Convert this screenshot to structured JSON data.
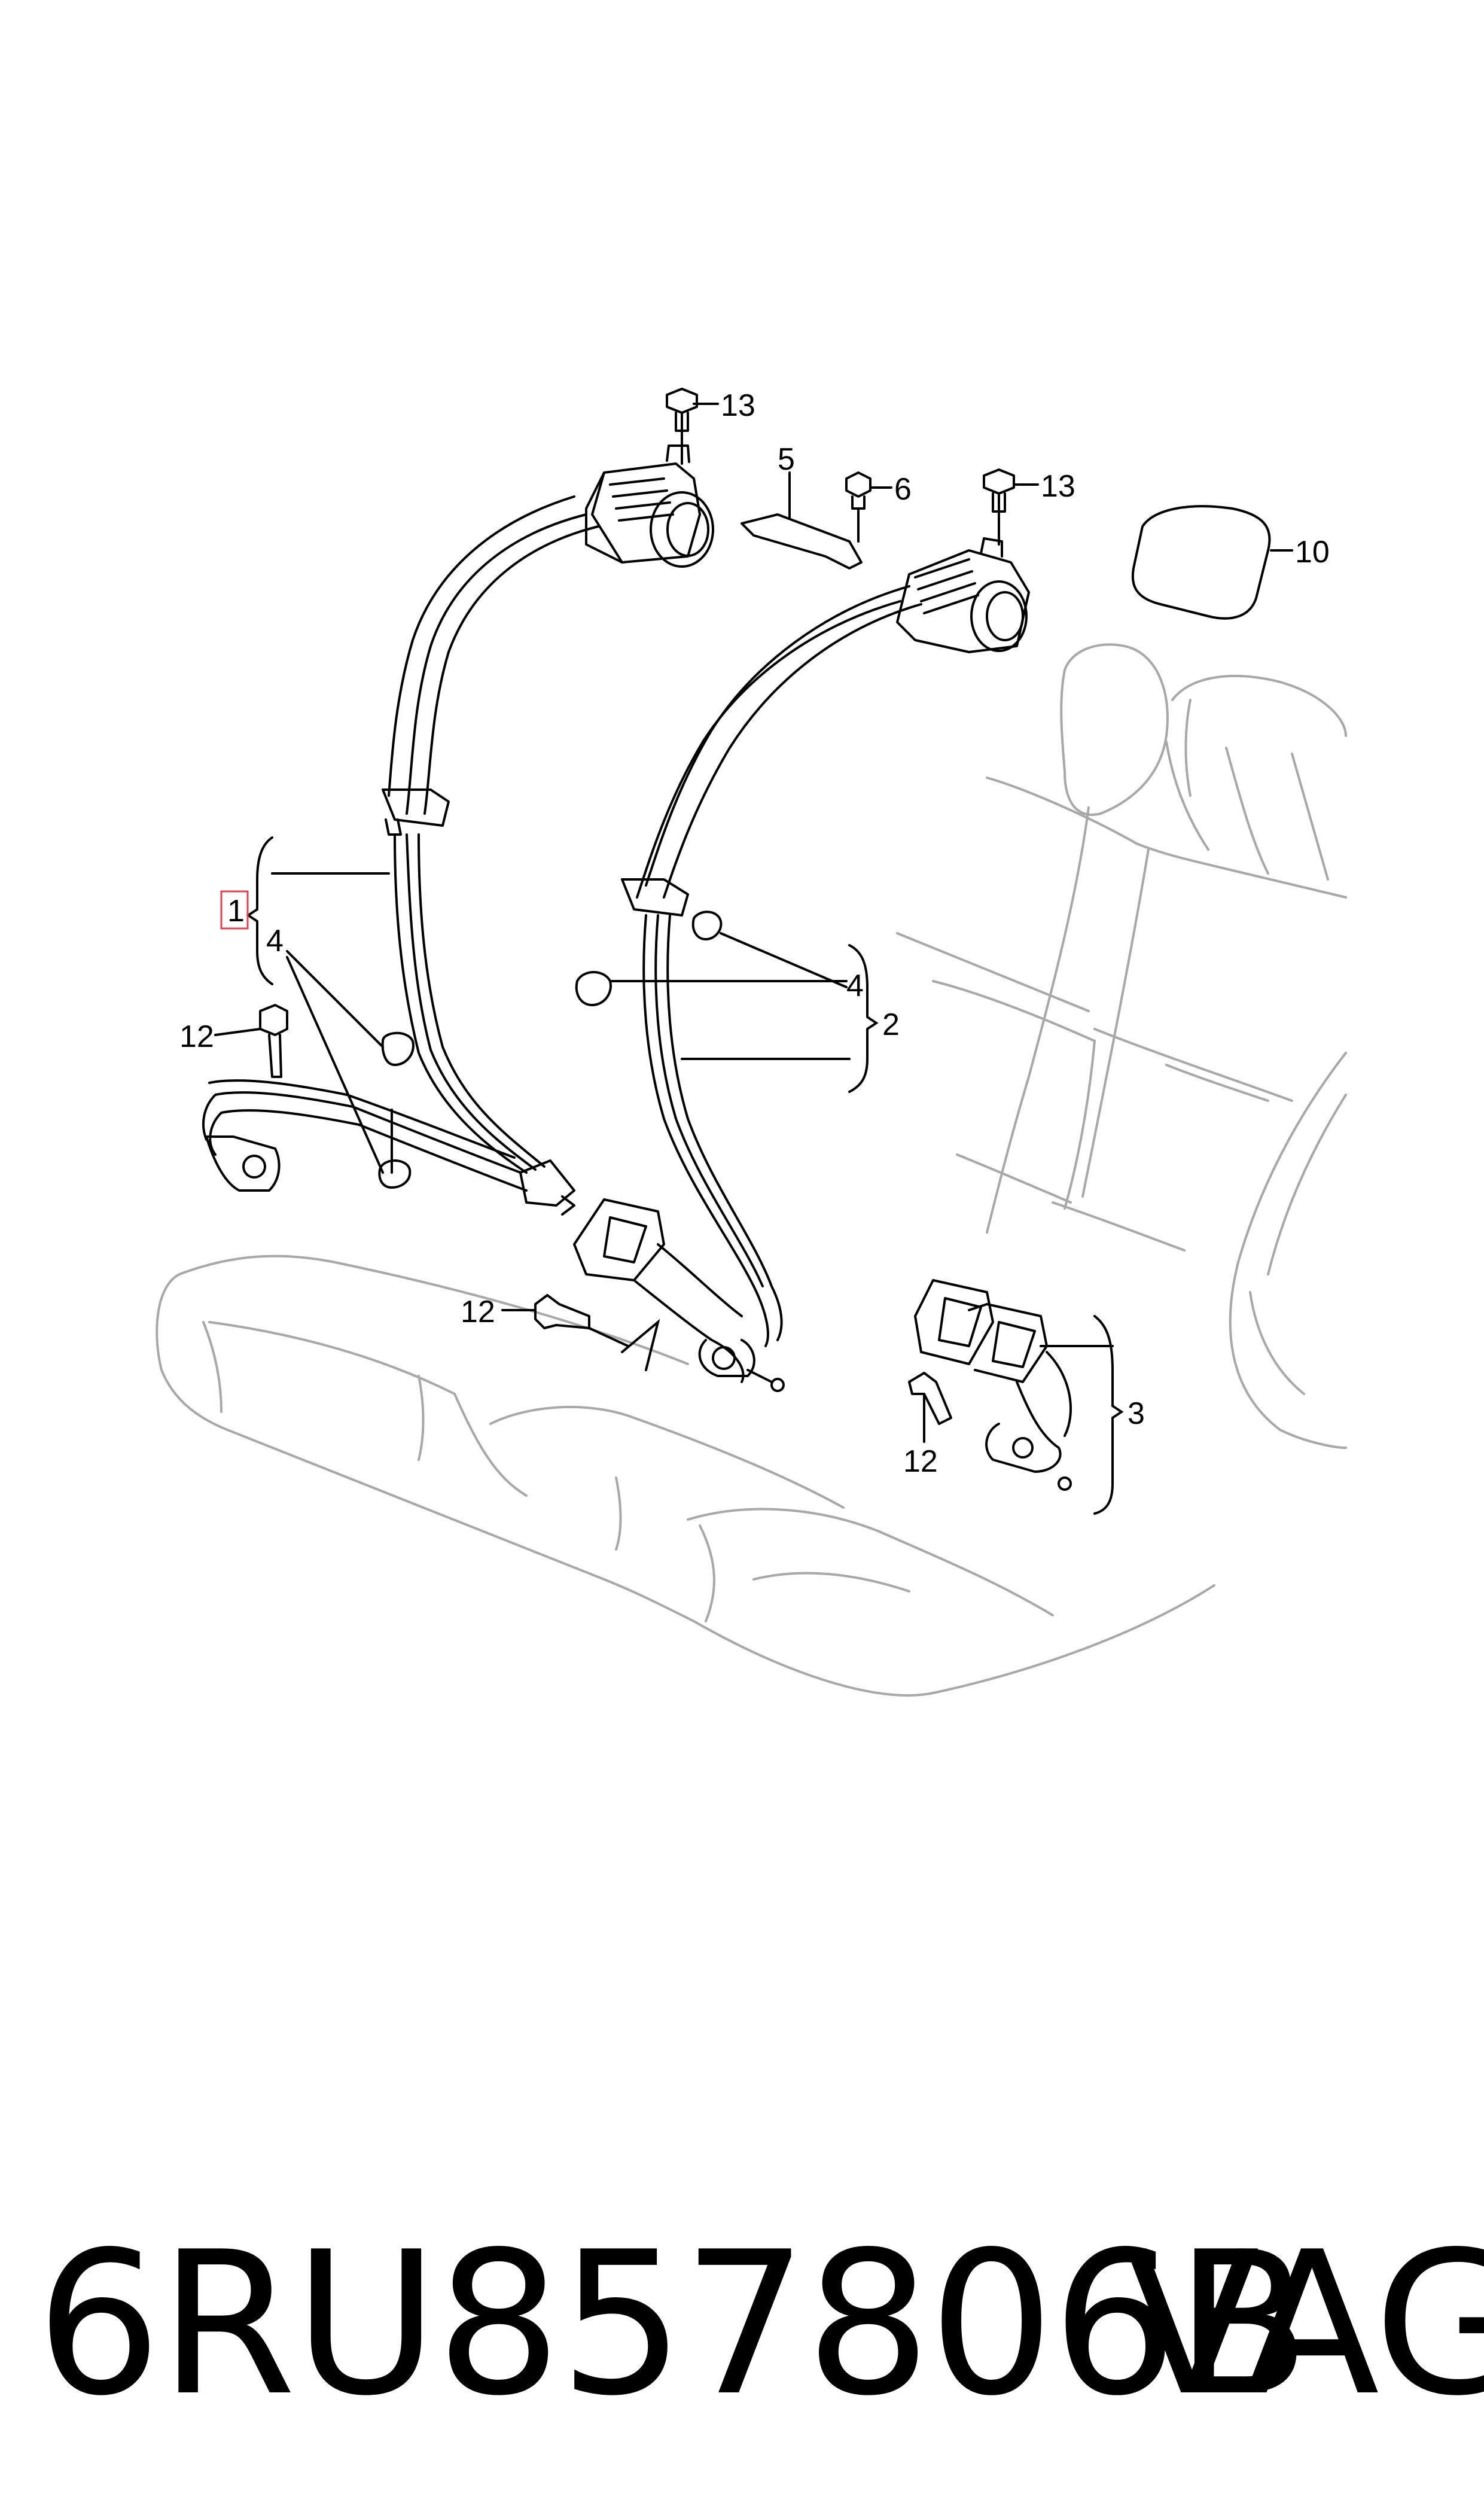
{
  "diagram": {
    "callouts": {
      "c1": "1",
      "c2": "2",
      "c3": "3",
      "c4a": "4",
      "c4b": "4",
      "c5": "5",
      "c6": "6",
      "c10": "10",
      "c12a": "12",
      "c12b": "12",
      "c12c": "12",
      "c13a": "13",
      "c13b": "13"
    },
    "highlight_color": "#e0454f"
  },
  "footer": {
    "part_number": "6RU857806B",
    "brand": "VAG"
  }
}
